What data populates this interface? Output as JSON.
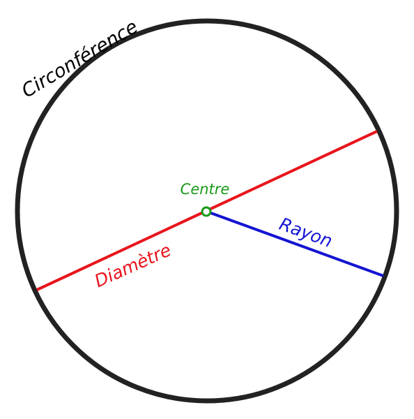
{
  "labels": {
    "circumference": "Circonférence",
    "diameter": "Diamètre",
    "radius": "Rayon",
    "center": "Centre"
  },
  "colors": {
    "circle": "#222222",
    "diameter": "#e8141b",
    "radius": "#1414d2",
    "center": "#1a9a1a"
  }
}
